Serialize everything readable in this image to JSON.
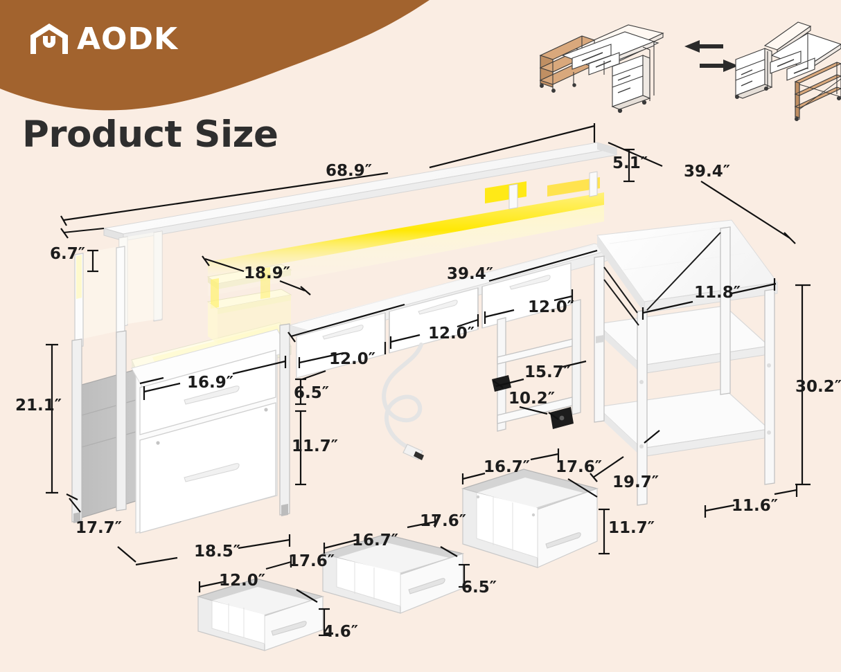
{
  "brand": {
    "name": "AODK",
    "logo_icon": "house-logo-icon",
    "banner_color": "#A2632E",
    "background_color": "#FAEDE3"
  },
  "header": {
    "title": "Product Size"
  },
  "thumbnails": {
    "left_config_icon": "l-shape-desk-left-isometric-icon",
    "right_config_icon": "l-shape-desk-right-isometric-icon",
    "swap_icon_top": "arrow-left-icon",
    "swap_icon_bottom": "arrow-right-icon"
  },
  "product": {
    "led_color": "#FFE800",
    "frame_color": "#FFFFFF",
    "accent_dark": "#1C1C1C"
  },
  "chart_data": {
    "type": "table",
    "title": "Product Size",
    "unit": "inches",
    "measurements": [
      {
        "id": "hutch-top-length",
        "label": "68.9″",
        "value": 68.9
      },
      {
        "id": "hutch-shelf-height",
        "label": "5.1″",
        "value": 5.1
      },
      {
        "id": "desk-right-depth",
        "label": "39.4″",
        "value": 39.4
      },
      {
        "id": "hutch-shelf-depth",
        "label": "6.7″",
        "value": 6.7
      },
      {
        "id": "monitor-shelf-height",
        "label": "18.9″",
        "value": 18.9
      },
      {
        "id": "desk-left-width",
        "label": "39.4″",
        "value": 39.4
      },
      {
        "id": "return-top-depth",
        "label": "11.8″",
        "value": 11.8
      },
      {
        "id": "cabinet-top-width",
        "label": "16.9″",
        "value": 16.9
      },
      {
        "id": "drawer-width-left",
        "label": "12.0″",
        "value": 12.0
      },
      {
        "id": "drawer-width-center",
        "label": "12.0″",
        "value": 12.0
      },
      {
        "id": "drawer-width-right",
        "label": "12.0″",
        "value": 12.0
      },
      {
        "id": "desk-overall-height",
        "label": "21.1″",
        "value": 21.1
      },
      {
        "id": "small-drawer-height",
        "label": "6.5″",
        "value": 6.5
      },
      {
        "id": "file-drawer-height",
        "label": "11.7″",
        "value": 11.7
      },
      {
        "id": "cabinet-depth",
        "label": "17.7″",
        "value": 17.7
      },
      {
        "id": "cabinet-width",
        "label": "18.5″",
        "value": 18.5
      },
      {
        "id": "shelf-depth",
        "label": "15.7″",
        "value": 15.7
      },
      {
        "id": "foot-width",
        "label": "10.2″",
        "value": 10.2
      },
      {
        "id": "shelf-unit-height",
        "label": "30.2″",
        "value": 30.2
      },
      {
        "id": "shelf-unit-width",
        "label": "19.7″",
        "value": 19.7
      },
      {
        "id": "shelf-unit-depth",
        "label": "11.6″",
        "value": 11.6
      }
    ],
    "bins": [
      {
        "id": "bin-small",
        "width": "12.0″",
        "depth": "17.6″",
        "height": "4.6″"
      },
      {
        "id": "bin-medium",
        "width": "16.7″",
        "depth": "17.6″",
        "height": "6.5″"
      },
      {
        "id": "bin-large",
        "width": "16.7″",
        "depth": "17.6″",
        "height": "11.7″"
      }
    ]
  },
  "labels": {
    "d_68_9": "68.9″",
    "d_5_1": "5.1″",
    "d_39_4_right": "39.4″",
    "d_6_7": "6.7″",
    "d_18_9": "18.9″",
    "d_39_4_desk": "39.4″",
    "d_11_8": "11.8″",
    "d_16_9": "16.9″",
    "d_12_0_a": "12.0″",
    "d_12_0_b": "12.0″",
    "d_12_0_c": "12.0″",
    "d_21_1": "21.1″",
    "d_6_5_cab": "6.5″",
    "d_11_7_cab": "11.7″",
    "d_17_7": "17.7″",
    "d_18_5": "18.5″",
    "d_15_7": "15.7″",
    "d_10_2": "10.2″",
    "d_30_2": "30.2″",
    "d_19_7": "19.7″",
    "d_11_6": "11.6″",
    "bin1_w": "12.0″",
    "bin1_d": "17.6″",
    "bin1_h": "4.6″",
    "bin2_w": "16.7″",
    "bin2_d": "17.6″",
    "bin2_h": "6.5″",
    "bin3_w": "16.7″",
    "bin3_d": "17.6″",
    "bin3_h": "11.7″"
  }
}
